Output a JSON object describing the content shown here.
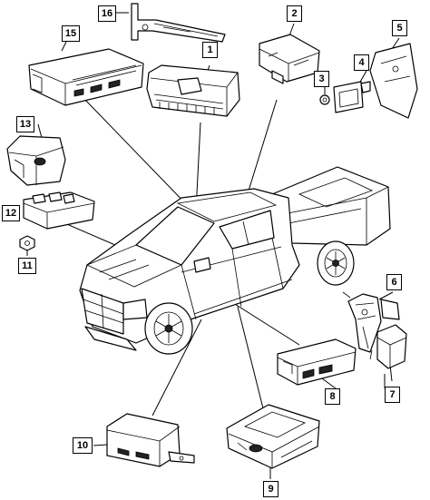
{
  "diagram": {
    "callouts": [
      {
        "id": "c1",
        "label": "1"
      },
      {
        "id": "c2",
        "label": "2"
      },
      {
        "id": "c3",
        "label": "3"
      },
      {
        "id": "c4",
        "label": "4"
      },
      {
        "id": "c5",
        "label": "5"
      },
      {
        "id": "c6",
        "label": "6"
      },
      {
        "id": "c7",
        "label": "7"
      },
      {
        "id": "c8",
        "label": "8"
      },
      {
        "id": "c9",
        "label": "9"
      },
      {
        "id": "c10",
        "label": "10"
      },
      {
        "id": "c11",
        "label": "11"
      },
      {
        "id": "c12",
        "label": "12"
      },
      {
        "id": "c13",
        "label": "13"
      },
      {
        "id": "c15",
        "label": "15"
      },
      {
        "id": "c16",
        "label": "16"
      }
    ]
  }
}
